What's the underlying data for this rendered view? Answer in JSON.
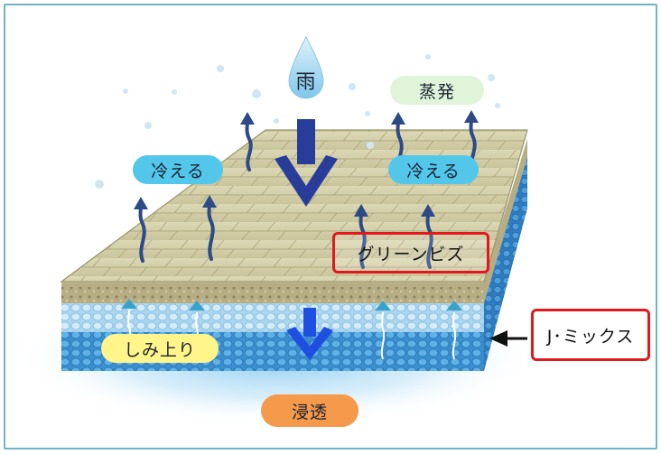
{
  "labels": {
    "rain": "雨",
    "evaporation": "蒸発",
    "cooling_left": "冷える",
    "cooling_right": "冷える",
    "green_biz": "グリーンビズ",
    "j_mix": "J･ミックス",
    "soak_up": "しみ上り",
    "infiltration": "浸透"
  },
  "colors": {
    "frame": "#6fb3c9",
    "cool_pill": "#53c7ea",
    "evap_pill": "#dff4d8",
    "soak_pill": "#fff58a",
    "infil_pill": "#f59a4b",
    "highlight_box": "#e2181f",
    "arrow_blue": "#283c9a",
    "arrow_bright": "#1f4fe0",
    "paving": "#d4cfa8",
    "water": "#4aa9dc"
  }
}
